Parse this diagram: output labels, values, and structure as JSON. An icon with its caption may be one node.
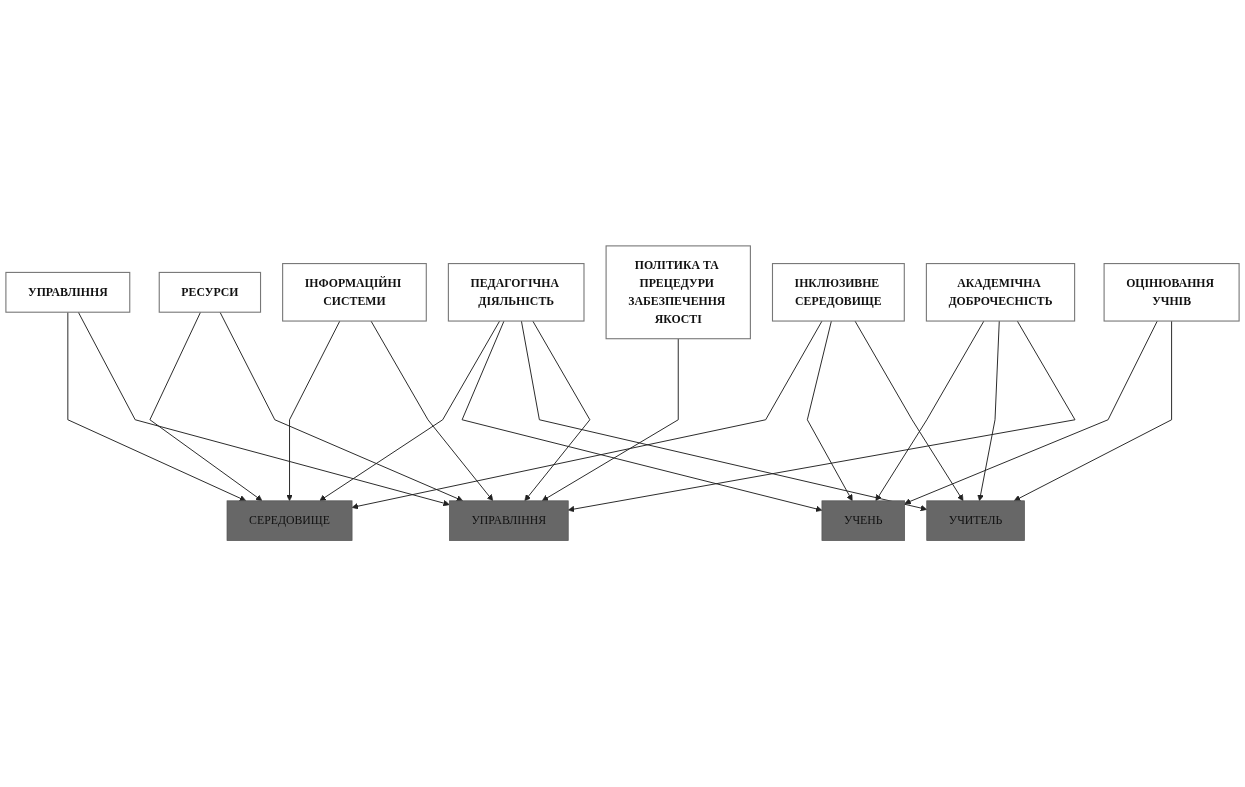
{
  "diagram": {
    "nodes": [
      {
        "text": [
          "УПРАВЛІННЯ"
        ]
      },
      {
        "text": [
          "ПЕДАГОГІЧНА ДІЯЛЬНІСТЬ"
        ]
      },
      {
        "text": [
          "РЕСУРСИ"
        ]
      },
      {
        "text": [
          "ОЦІНЮВАННЯ УЧНІВ"
        ]
      },
      {
        "text": [
          "ІНФОРМАЦІЙНІ СИСТЕМИ"
        ]
      },
      {
        "text": [
          "ІНКЛЮЗИВНЕ СЕРЕДОВИЩЕ"
        ]
      },
      {
        "text": [
          "АКАДЕМІЧНА ДОБРОЧЕСНІСТЬ"
        ]
      },
      {
        "text": [
          "ПОЛІТИКА ТА ПРЕЦЕДУРИ ЗАБЕЗПЕЧЕННЯ ЯКОСТІ"
        ]
      },
      {
        "text": [
          "СЕРЕДОВИЩЕ"
        ]
      },
      {
        "text": [
          "УЧЕНЬ"
        ]
      },
      {
        "text": [
          "УЧИТЕЛЬ"
        ]
      },
      {
        "text": [
          "УПРАВЛІННЯ"
        ]
      }
    ],
    "edges": [
      {
        "from": 0,
        "to": 8,
        "arrow": "to"
      },
      {
        "from": 0,
        "to": 11,
        "arrow": "to"
      },
      {
        "from": 1,
        "to": 8,
        "arrow": "to"
      },
      {
        "from": 1,
        "to": 9,
        "arrow": "to"
      },
      {
        "from": 1,
        "to": 10,
        "arrow": "to"
      },
      {
        "from": 1,
        "to": 11,
        "arrow": "to"
      },
      {
        "from": 2,
        "to": 8,
        "arrow": "to"
      },
      {
        "from": 2,
        "to": 11,
        "arrow": "to"
      },
      {
        "from": 3,
        "to": 9,
        "arrow": "to"
      },
      {
        "from": 3,
        "to": 10,
        "arrow": "to"
      },
      {
        "from": 4,
        "to": 8,
        "arrow": "to"
      },
      {
        "from": 4,
        "to": 11,
        "arrow": "to"
      },
      {
        "from": 5,
        "to": 8,
        "arrow": "to"
      },
      {
        "from": 5,
        "to": 9,
        "arrow": "to"
      },
      {
        "from": 5,
        "to": 10,
        "arrow": "to"
      },
      {
        "from": 6,
        "to": 9,
        "arrow": "to"
      },
      {
        "from": 6,
        "to": 10,
        "arrow": "to"
      },
      {
        "from": 6,
        "to": 11,
        "arrow": "to"
      },
      {
        "from": 7,
        "to": 11,
        "arrow": "to"
      }
    ]
  }
}
